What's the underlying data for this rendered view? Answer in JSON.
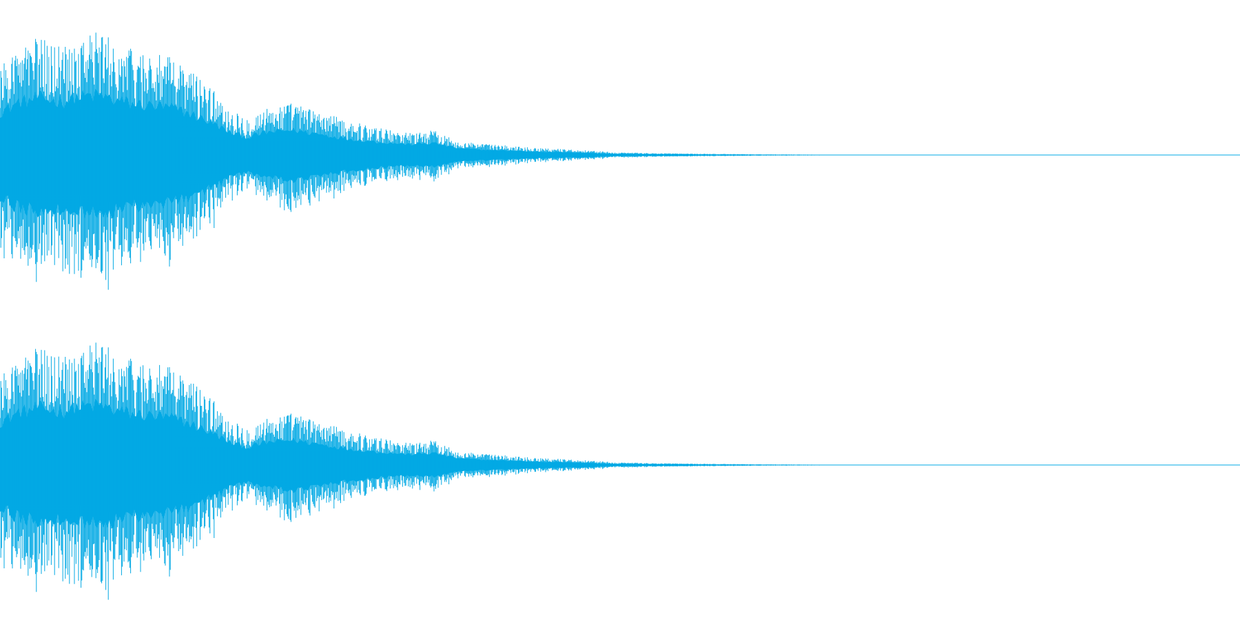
{
  "waveform": {
    "color": "#03a9e4",
    "background": "#ffffff",
    "channels": [
      {
        "id": "left"
      },
      {
        "id": "right"
      }
    ],
    "envelope": [
      [
        0.0,
        0.72
      ],
      [
        0.015,
        0.88
      ],
      [
        0.03,
        0.95
      ],
      [
        0.05,
        0.9
      ],
      [
        0.065,
        0.98
      ],
      [
        0.08,
        1.0
      ],
      [
        0.095,
        0.9
      ],
      [
        0.11,
        0.85
      ],
      [
        0.125,
        0.82
      ],
      [
        0.14,
        0.78
      ],
      [
        0.155,
        0.68
      ],
      [
        0.17,
        0.55
      ],
      [
        0.185,
        0.38
      ],
      [
        0.2,
        0.3
      ],
      [
        0.215,
        0.38
      ],
      [
        0.235,
        0.42
      ],
      [
        0.255,
        0.36
      ],
      [
        0.28,
        0.28
      ],
      [
        0.305,
        0.22
      ],
      [
        0.33,
        0.18
      ],
      [
        0.35,
        0.2
      ],
      [
        0.37,
        0.11
      ],
      [
        0.39,
        0.09
      ],
      [
        0.43,
        0.06
      ],
      [
        0.47,
        0.04
      ],
      [
        0.5,
        0.02
      ],
      [
        0.55,
        0.012
      ],
      [
        0.61,
        0.006
      ],
      [
        0.66,
        0.003
      ],
      [
        0.7,
        0.0
      ],
      [
        1.0,
        0.0
      ]
    ]
  }
}
